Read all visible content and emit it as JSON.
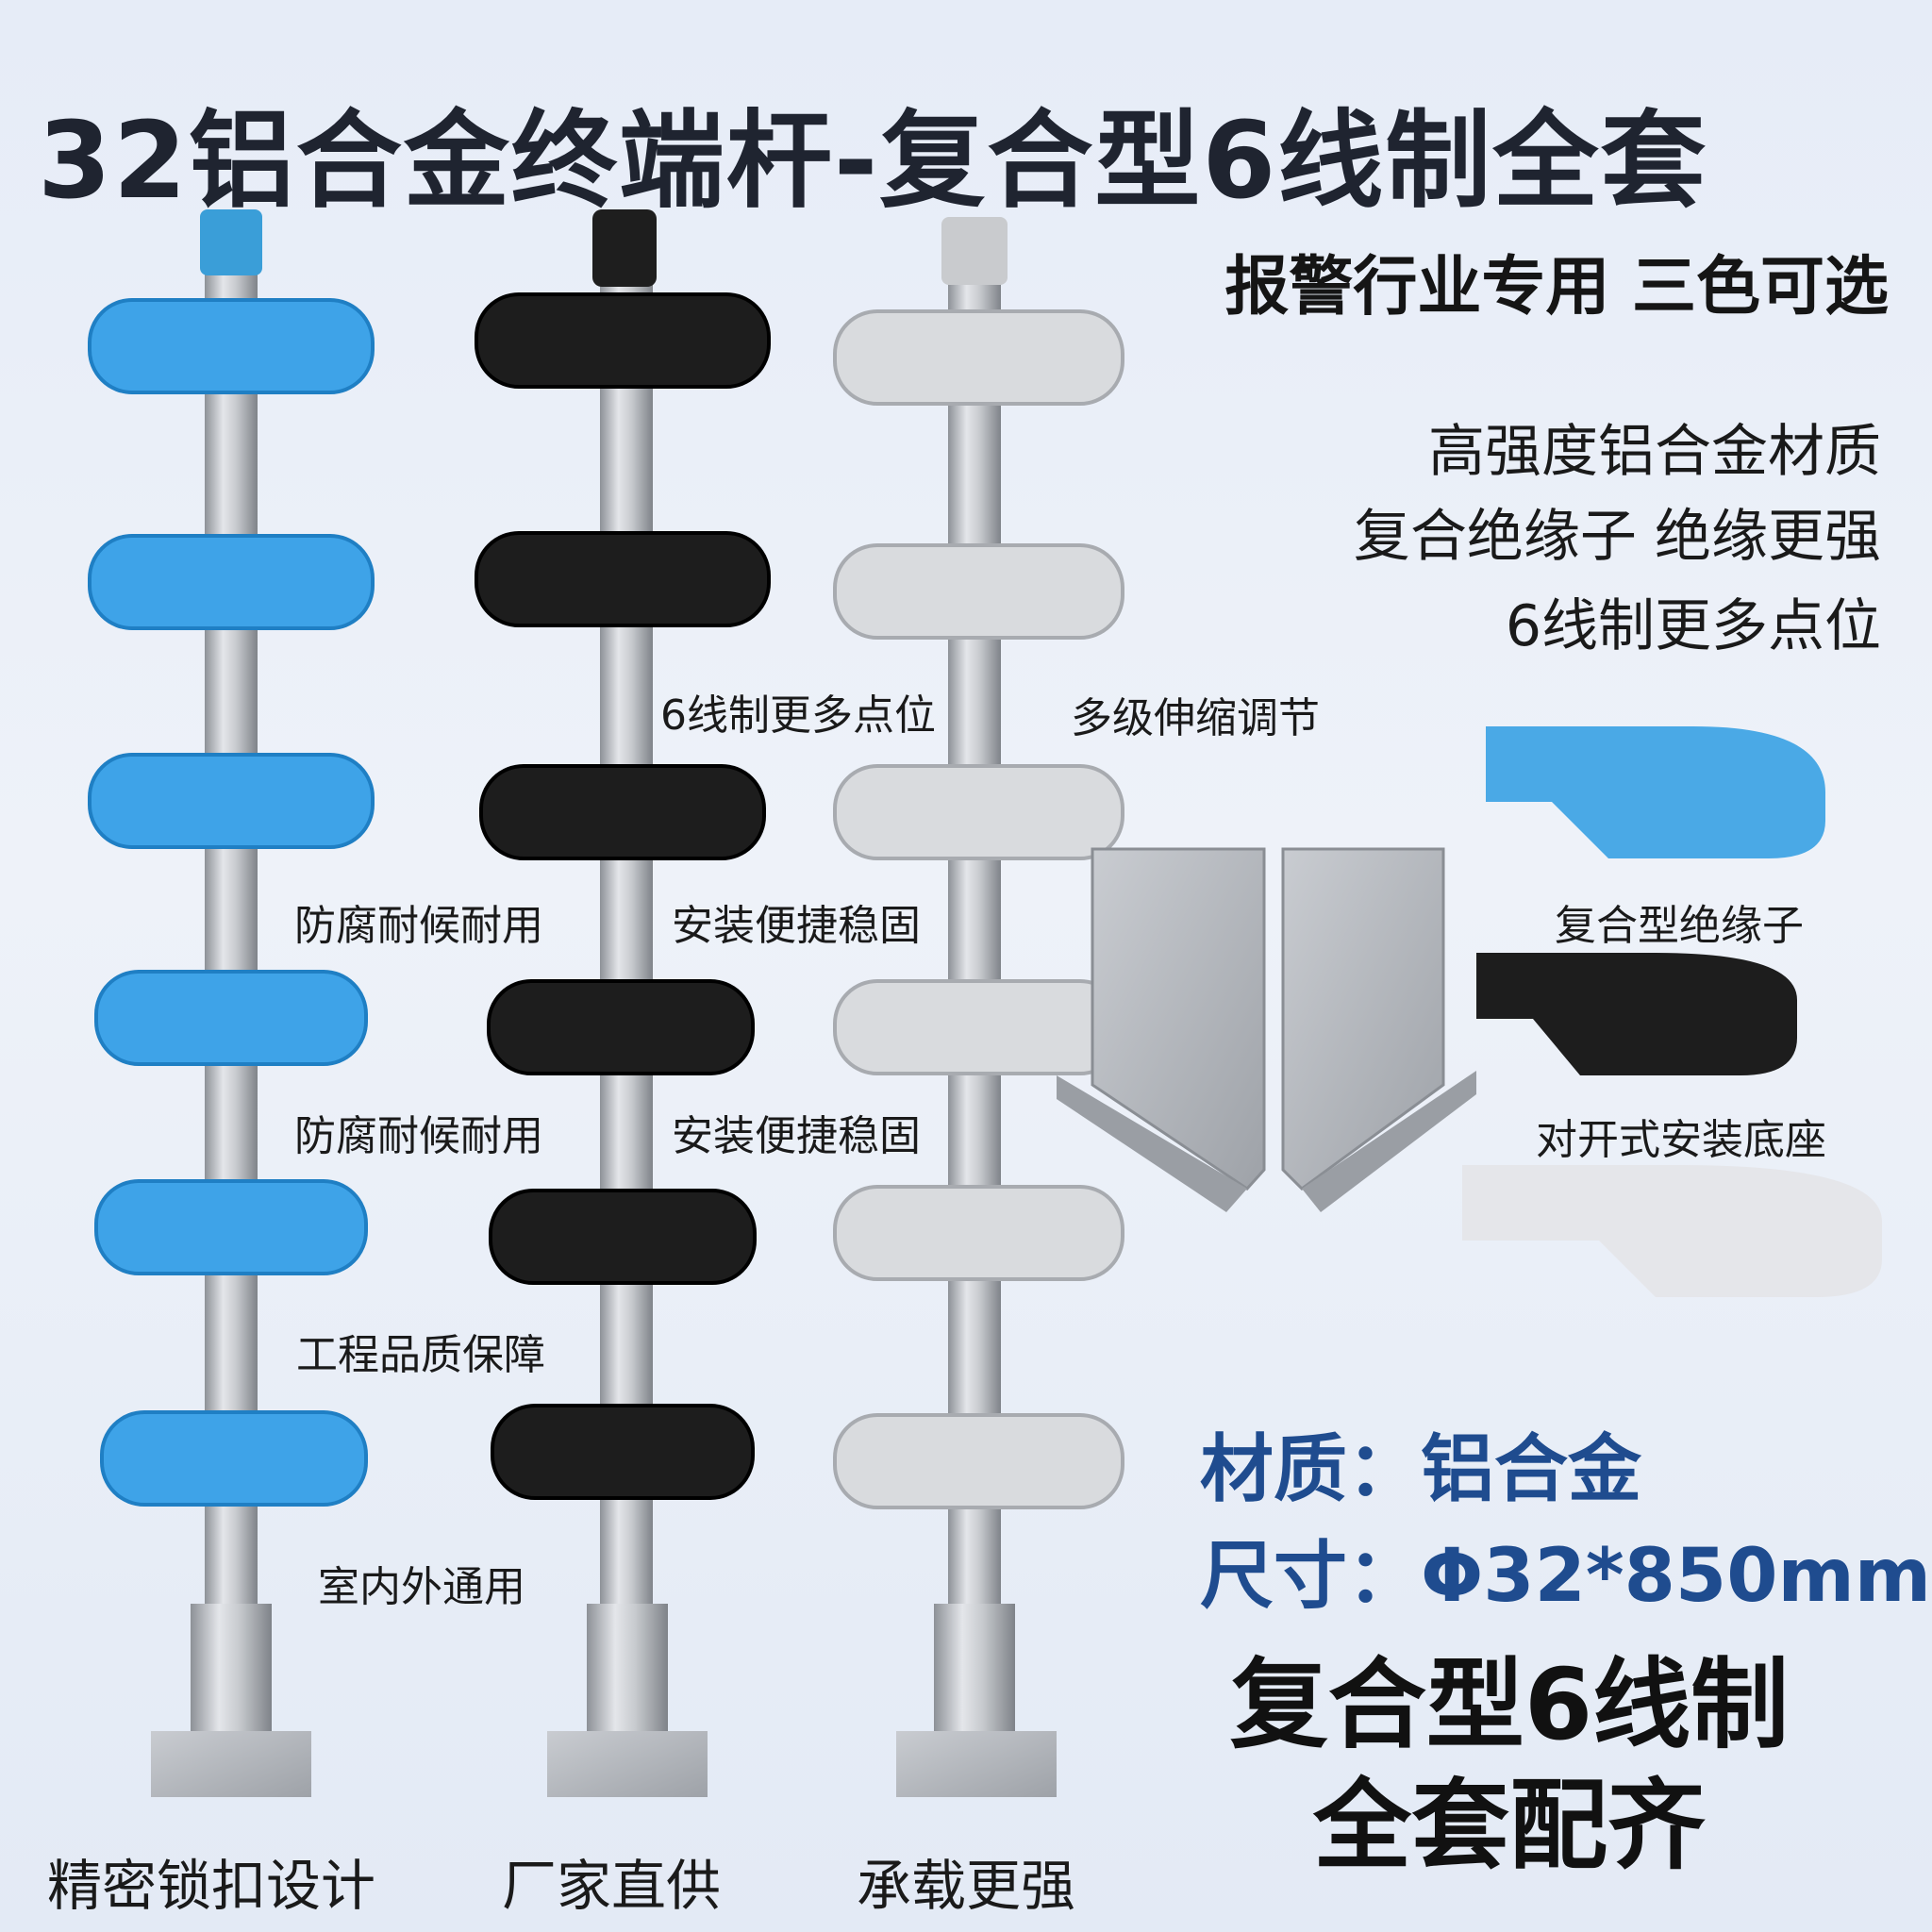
{
  "header": {
    "title": "32铝合金终端杆-复合型6线制全套",
    "subtitle": "报警行业专用 三色可选"
  },
  "features": [
    "高强度铝合金材质",
    "复合绝缘子 绝缘更强",
    "6线制更多点位"
  ],
  "pole_labels": {
    "six_wire": "6线制更多点位",
    "telescopic": "多级伸缩调节",
    "anticorrosion_1": "防腐耐候耐用",
    "install_1": "安装便捷稳固",
    "anticorrosion_2": "防腐耐候耐用",
    "install_2": "安装便捷稳固",
    "quality": "工程品质保障",
    "indoor_outdoor": "室内外通用"
  },
  "parts": {
    "insulator": "复合型绝缘子",
    "base": "对开式安装底座"
  },
  "specs": {
    "material": "材质：铝合金",
    "size": "尺寸：Φ32*850mm"
  },
  "promo": {
    "line1": "复合型6线制",
    "line2": "全套配齐"
  },
  "bottom_labels": [
    "精密锁扣设计",
    "厂家直供",
    "承载更强"
  ],
  "colors": {
    "blue_pole": "#3aa0e6",
    "black_pole": "#1b1b1b",
    "silver_pole": "#d4d6da",
    "spec_text": "#1f4c8f"
  }
}
